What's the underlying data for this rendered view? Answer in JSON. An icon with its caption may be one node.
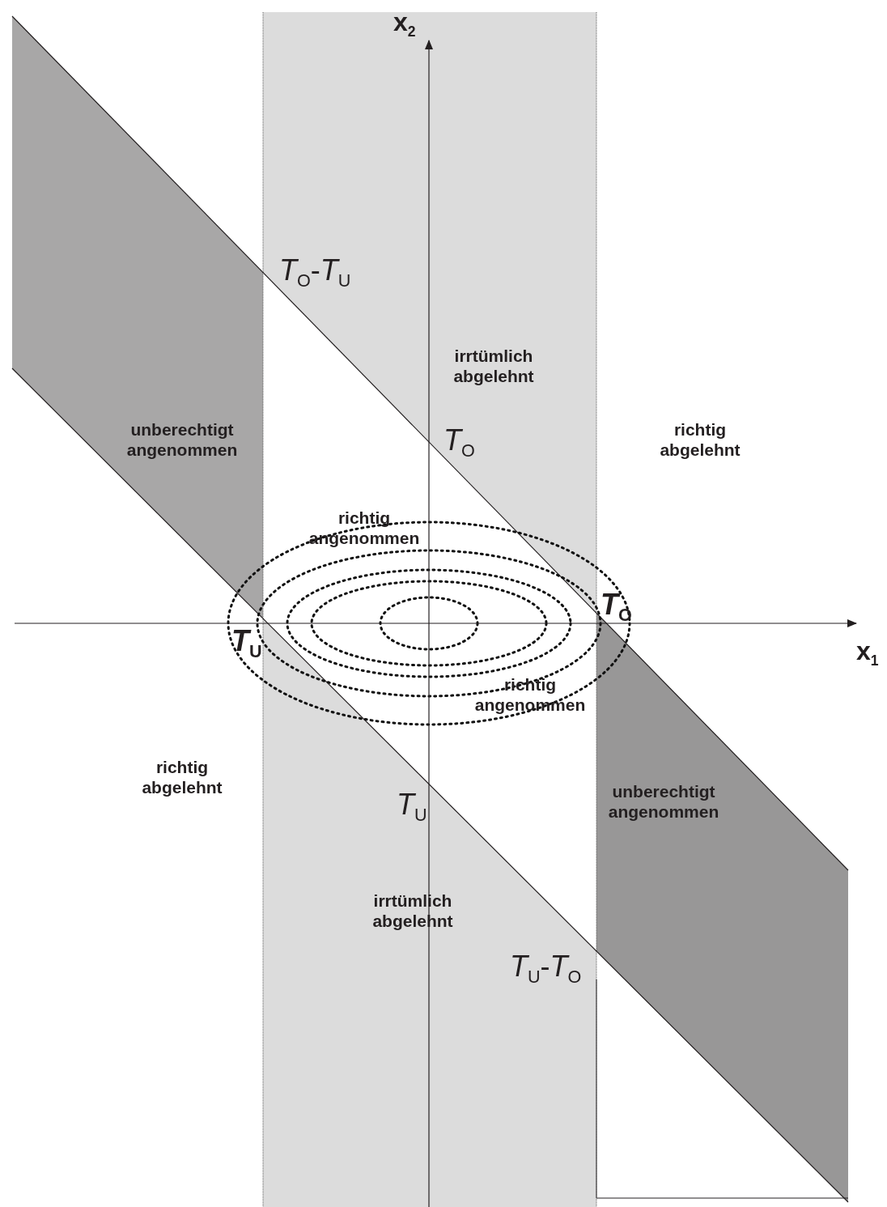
{
  "diagram": {
    "labels": [
      "x$_{2}$",
      "*T*$_{O}$-*T*$_{U}$",
      "irrtümlich abgelehnt",
      "unberechtigt angenommen",
      "*T*$_{O}$",
      "richtig abgelehnt",
      "richtig angenommen",
      "*T*$_{O}$",
      "*T*$_{U}$",
      "x$_{1}$",
      "richtig angenommen",
      "richtig abgelehnt",
      "*T*$_{U}$",
      "unberechtigt angenommen",
      "irrtümlich abgelehnt",
      "*T*$_{U}$-*T*$_{O}$"
    ]
  }
}
